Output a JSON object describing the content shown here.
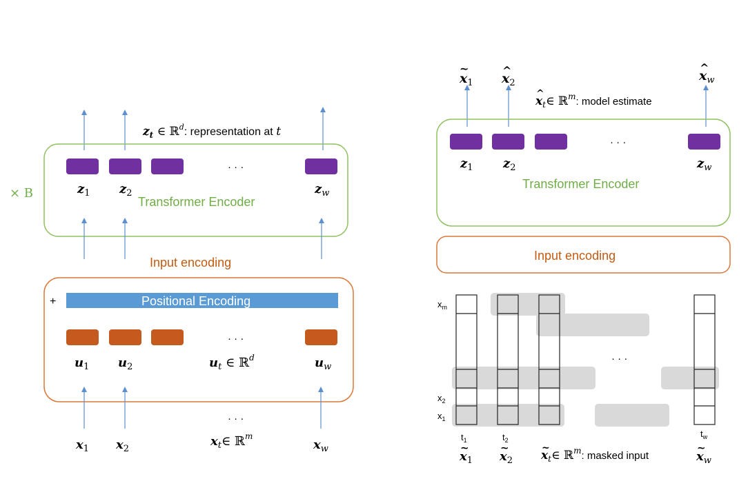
{
  "left": {
    "repeat": "× B",
    "z_annotation": {
      "symbol": "z",
      "sub": "t",
      "rel": " ∈ ℝ",
      "sup": "d",
      "text": ": representation at ",
      "t": "t"
    },
    "encoder_label": "Transformer Encoder",
    "z_tokens": [
      {
        "sym": "z",
        "sub": "1"
      },
      {
        "sym": "z",
        "sub": "2"
      },
      {
        "sym": "z",
        "sub": "w"
      }
    ],
    "input_encoding_label": "Input encoding",
    "plus": "+",
    "positional_label": "Positional Encoding",
    "u_tokens": [
      {
        "sym": "u",
        "sub": "1"
      },
      {
        "sym": "u",
        "sub": "2"
      },
      {
        "sym": "u",
        "sub": "w"
      }
    ],
    "u_t": {
      "sym": "u",
      "sub": "t",
      "rel": " ∈ ℝ",
      "sup": "d"
    },
    "x_tokens": [
      {
        "sym": "x",
        "sub": "1"
      },
      {
        "sym": "x",
        "sub": "2"
      },
      {
        "sym": "x",
        "sub": "w"
      }
    ],
    "x_t": {
      "sym": "x",
      "sub": "t",
      "rel": "∈ ℝ",
      "sup": "m"
    },
    "ellipsis": "· · ·"
  },
  "right": {
    "xhat_tokens": [
      {
        "sym": "x",
        "sub": "1",
        "accent": "~"
      },
      {
        "sym": "x",
        "sub": "2",
        "accent": "^"
      },
      {
        "sym": "x",
        "sub": "w",
        "accent": "^"
      }
    ],
    "xhat_annotation": {
      "sym": "x",
      "sub": "t",
      "rel": "∈ ℝ",
      "sup": "m",
      "text": ": model estimate"
    },
    "encoder_label": "Transformer Encoder",
    "z_tokens": [
      {
        "sym": "z",
        "sub": "1"
      },
      {
        "sym": "z",
        "sub": "2"
      },
      {
        "sym": "z",
        "sub": "w"
      }
    ],
    "input_encoding_label": "Input encoding",
    "feature_labels": {
      "top": "x",
      "top_sub": "m",
      "second": "x",
      "second_sub": "2",
      "first": "x",
      "first_sub": "1"
    },
    "time_labels": [
      {
        "t": "t",
        "sub": "1"
      },
      {
        "t": "t",
        "sub": "2"
      },
      {
        "t": "t",
        "sub": "w"
      }
    ],
    "masked_tokens": [
      {
        "sym": "x",
        "sub": "1"
      },
      {
        "sym": "x",
        "sub": "2"
      },
      {
        "sym": "x",
        "sub": "w"
      }
    ],
    "masked_annotation": {
      "sym": "x",
      "sub": "t",
      "rel": "∈ ℝ",
      "sup": "m",
      "text": ": masked input"
    },
    "ellipsis": "· · ·"
  },
  "colors": {
    "encoder_border": "#8fc160",
    "encoder_text": "#70ad47",
    "input_border": "#d9773a",
    "input_text": "#c55a11",
    "token_purple": "#7030a0",
    "token_orange": "#c55a1f",
    "positional_fill": "#5b9bd5",
    "arrow": "#5b8fd0",
    "mask_gray": "#d9d9d9"
  }
}
